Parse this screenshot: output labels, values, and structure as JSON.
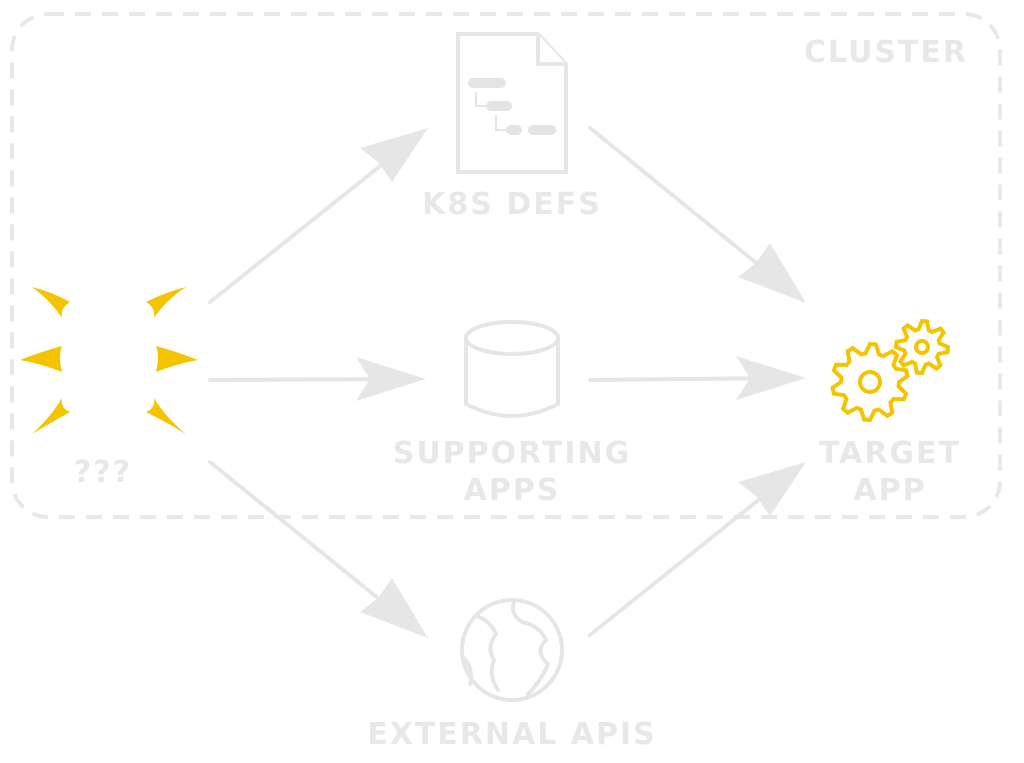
{
  "cluster": {
    "label": "CLUSTER"
  },
  "nodes": {
    "unknown": {
      "label": "???",
      "icon": "burst-icon"
    },
    "k8s_defs": {
      "label": "K8S DEFS",
      "icon": "document-tree-icon"
    },
    "supporting_apps": {
      "label_line1": "SUPPORTING",
      "label_line2": "APPS",
      "icon": "database-icon"
    },
    "target_app": {
      "label_line1": "TARGET",
      "label_line2": "APP",
      "icon": "gears-icon"
    },
    "external_apis": {
      "label": "EXTERNAL APIS",
      "icon": "globe-icon"
    }
  },
  "colors": {
    "accent": "#f5c400",
    "ghost": "#e6e6e6",
    "background": "#ffffff"
  }
}
